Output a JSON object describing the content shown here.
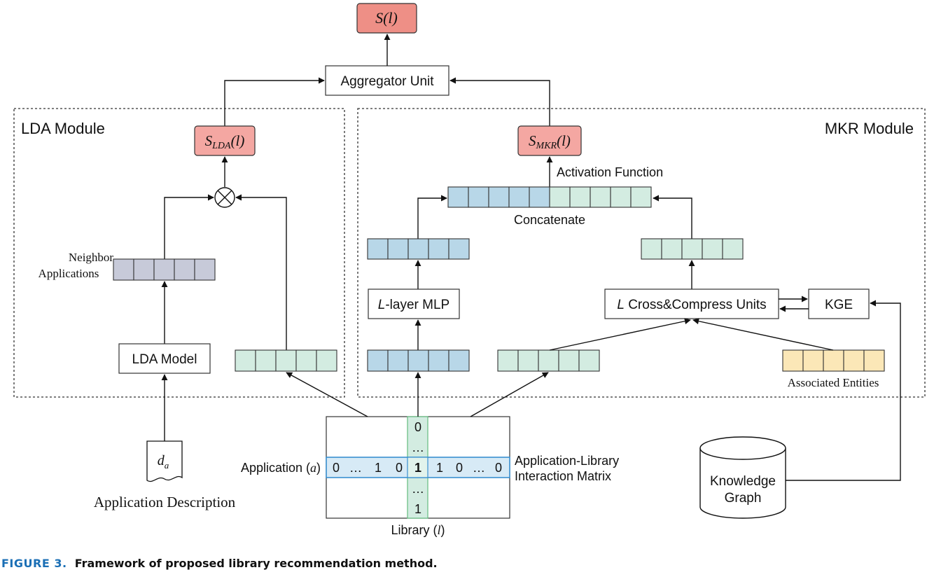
{
  "colors": {
    "score_fill": "#f4a7a2",
    "score_top_fill": "#ee8f86",
    "blue_cell": "#b8d7e8",
    "green_cell": "#d3ece1",
    "gray_cell": "#c7cad9",
    "yellow_cell": "#fbe7b7",
    "highlight_blue": "#3a8fd0",
    "highlight_green": "#a8d8b8",
    "caption_blue": "#1b6fb5"
  },
  "outputs": {
    "final_score": {
      "main": "S(l)",
      "sub": ""
    },
    "lda_score": {
      "main": "S",
      "sub": "LDA",
      "suffix": "(l)"
    },
    "mkr_score": {
      "main": "S",
      "sub": "MKR",
      "suffix": "(l)"
    }
  },
  "aggregator_label": "Aggregator Unit",
  "lda_module": {
    "title": "LDA Module",
    "neighbor_label_line1": "Neighbor",
    "neighbor_label_line2": "Applications",
    "model_label": "LDA Model",
    "multiply_icon": "circled-times-icon"
  },
  "mkr_module": {
    "title": "MKR Module",
    "activation_label": "Activation Function",
    "concatenate_label": "Concatenate",
    "mlp_label_italic": "L",
    "mlp_label_rest": "-layer MLP",
    "cc_label_italic": "L",
    "cc_label_rest": " Cross&Compress Units",
    "kge_label": "KGE",
    "entities_label": "Associated Entities"
  },
  "matrix": {
    "row_label_prefix": "Application (",
    "row_label_var": "a",
    "row_label_suffix": ")",
    "col_label_prefix": "Library (",
    "col_label_var": "l",
    "col_label_suffix": ")",
    "title_line1": "Application-Library",
    "title_line2": "Interaction Matrix",
    "row_values": [
      "0",
      "…",
      "1",
      "0",
      "1",
      "1",
      "0",
      "…",
      "0"
    ],
    "col_top": [
      "0",
      "…"
    ],
    "col_bottom": [
      "…",
      "1"
    ]
  },
  "description": {
    "doc_var": "d",
    "doc_sub": "a",
    "label": "Application Description",
    "icon": "document-icon"
  },
  "knowledge_graph": {
    "line1": "Knowledge",
    "line2": "Graph",
    "icon": "database-cylinder-icon"
  },
  "caption": {
    "figure": "FIGURE 3.",
    "text": "Framework of proposed library recommendation method."
  }
}
